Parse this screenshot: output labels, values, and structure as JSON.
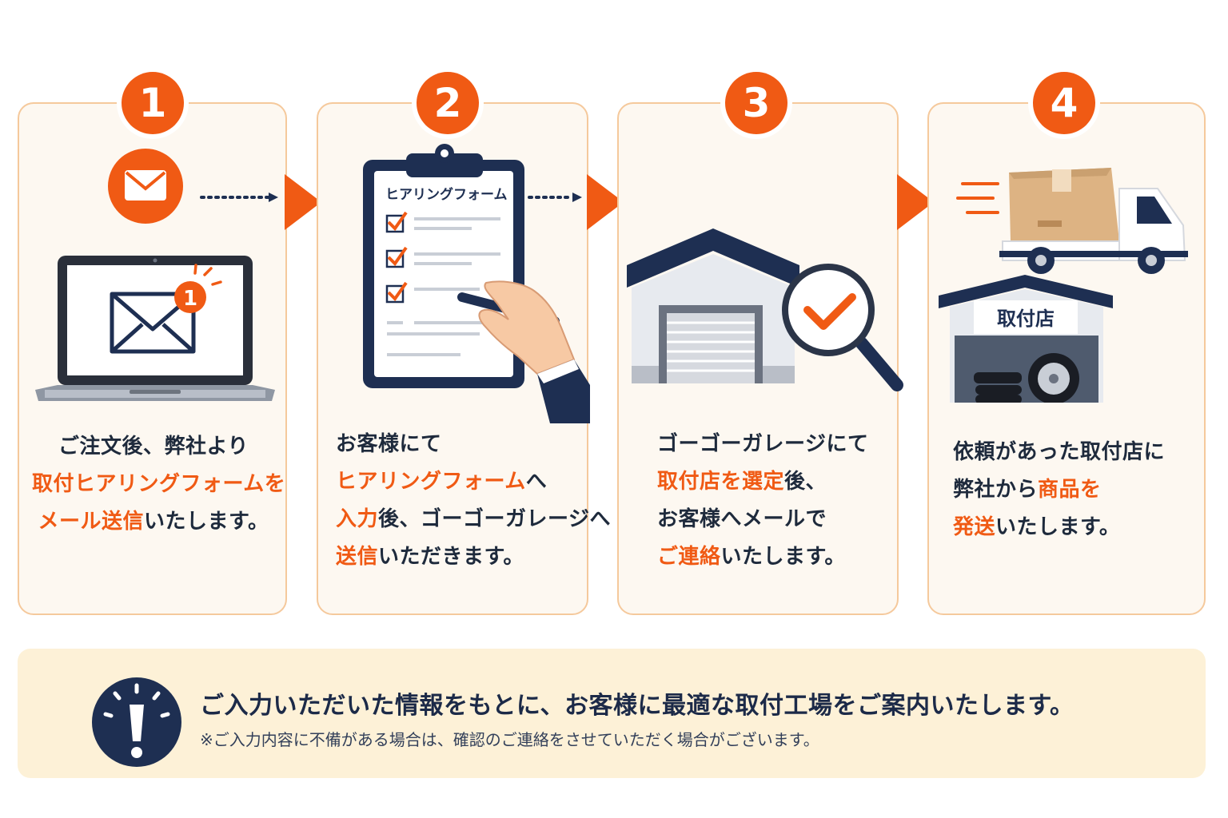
{
  "steps": [
    {
      "number": "1",
      "lines": [
        [
          {
            "t": "ご注文後、弊社より",
            "h": false
          }
        ],
        [
          {
            "t": "取付ヒアリングフォームを",
            "h": true
          }
        ],
        [
          {
            "t": "メール送信",
            "h": true
          },
          {
            "t": "いたします。",
            "h": false
          }
        ]
      ]
    },
    {
      "number": "2",
      "form_title": "ヒアリングフォーム",
      "lines": [
        [
          {
            "t": "お客様にて",
            "h": false
          }
        ],
        [
          {
            "t": "ヒアリングフォーム",
            "h": true
          },
          {
            "t": "へ",
            "h": false
          }
        ],
        [
          {
            "t": "入力",
            "h": true
          },
          {
            "t": "後、ゴーゴーガレージへ",
            "h": false
          }
        ],
        [
          {
            "t": "送信",
            "h": true
          },
          {
            "t": "いただきます。",
            "h": false
          }
        ]
      ]
    },
    {
      "number": "3",
      "lines": [
        [
          {
            "t": "ゴーゴーガレージにて",
            "h": false
          }
        ],
        [
          {
            "t": "取付店を選定",
            "h": true
          },
          {
            "t": "後、",
            "h": false
          }
        ],
        [
          {
            "t": "お客様へメールで",
            "h": false
          }
        ],
        [
          {
            "t": "ご連絡",
            "h": true
          },
          {
            "t": "いたします。",
            "h": false
          }
        ]
      ]
    },
    {
      "number": "4",
      "shop_sign": "取付店",
      "lines": [
        [
          {
            "t": "依頼があった取付店に",
            "h": false
          }
        ],
        [
          {
            "t": "弊社から",
            "h": false
          },
          {
            "t": "商品を",
            "h": true
          }
        ],
        [
          {
            "t": "発送",
            "h": true
          },
          {
            "t": "いたします。",
            "h": false
          }
        ]
      ]
    }
  ],
  "laptop_badge": "1",
  "notice": {
    "main": "ご入力いただいた情報をもとに、お客様に最適な取付工場をご案内いたします。",
    "sub": "※ご入力内容に不備がある場合は、確認のご連絡をさせていただく場合がございます。",
    "icon": "exclamation-icon"
  },
  "icons": [
    "mail-icon",
    "laptop-icon",
    "clipboard-icon",
    "pen-hand-icon",
    "warehouse-icon",
    "magnifier-check-icon",
    "delivery-truck-icon",
    "shop-icon",
    "tire-icon",
    "arrow-right-icon"
  ],
  "colors": {
    "accent": "#f05a14",
    "navy": "#1e2f52",
    "card_bg": "#fdf8f1",
    "card_border": "#f5c99c",
    "notice_bg": "#fdf1d7"
  }
}
